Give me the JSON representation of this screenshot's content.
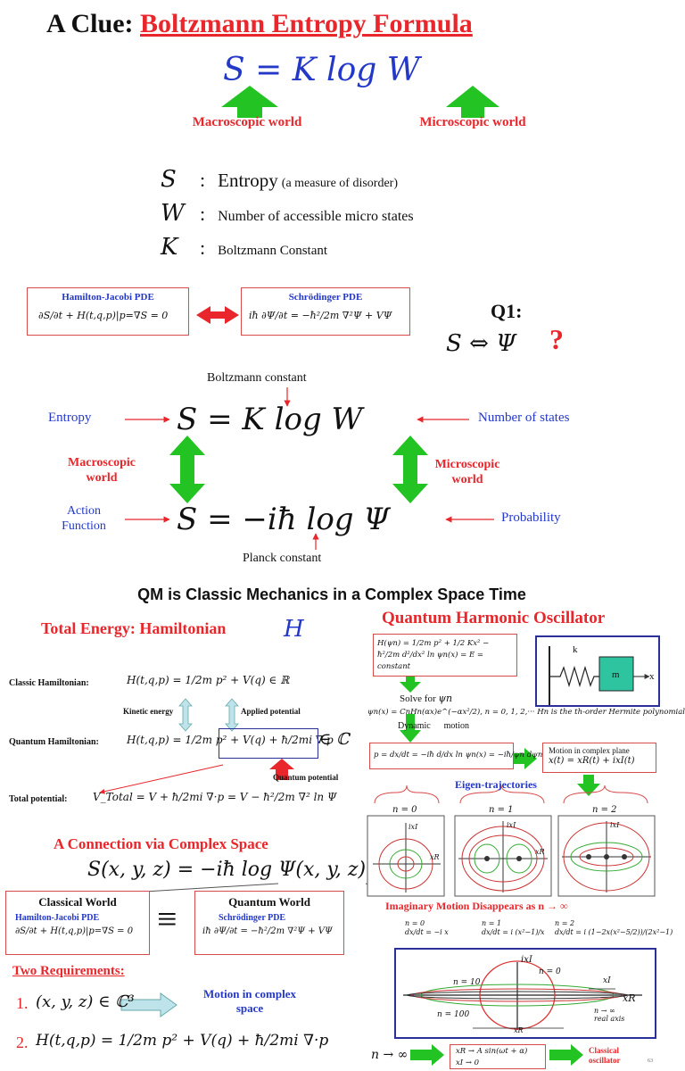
{
  "top": {
    "title_prefix": "A Clue:",
    "title_main": "Boltzmann Entropy Formula",
    "formula": "S = K log W",
    "macro_label": "Macroscopic world",
    "micro_label": "Microscopic world",
    "defs": [
      {
        "sym": "S",
        "colon": ":",
        "text": "Entropy",
        "note": "(a measure of disorder)"
      },
      {
        "sym": "W",
        "colon": ":",
        "text": "Number of accessible micro states",
        "note": ""
      },
      {
        "sym": "K",
        "colon": ":",
        "text": "Boltzmann Constant",
        "note": ""
      }
    ]
  },
  "pde": {
    "hj_title": "Hamilton-Jacobi PDE",
    "hj_eq": "∂S/∂t + H(t,q,p)|p=∇S = 0",
    "sch_title": "Schrödinger PDE",
    "sch_eq": "iħ ∂Ψ/∂t = −ħ²/2m ∇²Ψ + VΨ",
    "q1": "Q1:",
    "q1_expr": "S ⇔ Ψ",
    "q1_mark": "?"
  },
  "mid": {
    "boltzmann_constant": "Boltzmann constant",
    "entropy": "Entropy",
    "eq1": "S = K log W",
    "number_of_states": "Number of states",
    "macro": "Macroscopic world",
    "micro": "Microscopic world",
    "action": "Action Function",
    "eq2": "S = −iħ log Ψ",
    "probability": "Probability",
    "planck": "Planck constant"
  },
  "headline": "QM is Classic Mechanics in a Complex Space Time",
  "left": {
    "total_energy": "Total Energy:  Hamiltonian",
    "H": "H",
    "classic_label": "Classic Hamiltonian:",
    "classic_eq": "H(t,q,p) = 1/2m p² + V(q)  ∈ ℝ",
    "kinetic": "Kinetic energy",
    "applied": "Applied potential",
    "quantum_label": "Quantum Hamiltonian:",
    "quantum_eq": "H(t,q,p) = 1/2m p² + V(q) + ħ/2mi ∇·p",
    "in_c": "∈ ℂ",
    "quantum_potential": "Quantum potential",
    "total_label": "Total potential:",
    "total_eq": "V_Total = V + ħ/2mi ∇·p = V − ħ²/2m ∇² ln Ψ",
    "connection": "A Connection via Complex Space",
    "connection_eq": "S(x, y, z) = −iħ log Ψ(x, y, z)",
    "classical_world": "Classical World",
    "hj": "Hamilton-Jacobi PDE",
    "hj_eq": "∂S/∂t + H(t,q,p)|p=∇S = 0",
    "quantum_world": "Quantum World",
    "sch": "Schrödinger PDE",
    "sch_eq": "iħ ∂Ψ/∂t = −ħ²/2m ∇²Ψ + VΨ",
    "equiv": "≡",
    "two_req": "Two Requirements:",
    "req1_num": "1.",
    "req1": "(x, y, z) ∈ ℂ³",
    "motion": "Motion in complex space",
    "req2_num": "2.",
    "req2": "H(t,q,p) = 1/2m p² + V(q) + ħ/2mi ∇·p"
  },
  "right": {
    "title": "Quantum Harmonic Oscillator",
    "h_eq": "H(ψn) = 1/2m p² + 1/2 Kx² − ħ²/2m d²/dx² ln ψn(x) = E = constant",
    "spring_k": "k",
    "mass_m": "m",
    "axis_x": "x",
    "solve_for": "Solve for",
    "psi_n": "ψn",
    "psi_eq": "ψn(x) = CnHn(αx)e^(−αx²/2),   n = 0, 1, 2,···  Hn is the th-order Hermite polynomial",
    "dynamic_motion": "Dynamic      motion",
    "p_eq": "p = dx/dt = −iħ d/dx ln ψn(x) = −iħ/ψn dψn(x)/dx",
    "motion_complex": "Motion in complex plane",
    "xt_eq": "x(t) = xR(t) + ixI(t)",
    "eigen": "Eigen-trajectories",
    "n0": "n = 0",
    "n1": "n = 1",
    "n2": "n = 2",
    "ixI": "ixI",
    "xR": "xR",
    "imaginary": "Imaginary Motion Disappears as n → ∞",
    "ode_n0": "n = 0",
    "ode_n0_eq": "dx/dt = −i x",
    "ode_n1": "n = 1",
    "ode_n1_eq": "dx/dt = i (x²−1)/x",
    "ode_n2": "n = 2",
    "ode_n2_eq": "dx/dt = i (1−2x(x²−5/2))/(2x²−1)",
    "bottom_ixI": "ixI",
    "bottom_n0": "n = 0",
    "bottom_n10": "n = 10",
    "bottom_n100": "n = 100",
    "bottom_xI": "xI",
    "bottom_xR": "xR",
    "bottom_xR2": "xR",
    "limit_note": "n → ∞",
    "real_axis": "real axis",
    "n_inf": "n → ∞",
    "limit1": "xR → A sin(ωt + α)",
    "limit2": "xI → 0",
    "classical_osc": "Classical oscillator",
    "page_no": "63"
  },
  "colors": {
    "red": "#e8262b",
    "blue": "#2438c8",
    "green": "#22c322",
    "dark_blue_box": "#2a2f9a",
    "teal": "#2ec4a0"
  }
}
